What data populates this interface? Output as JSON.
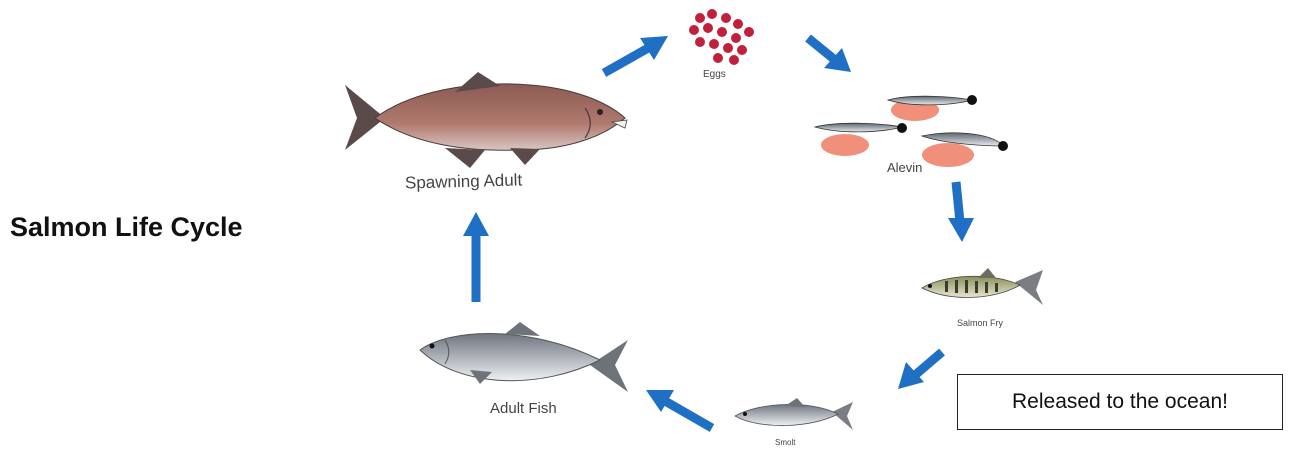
{
  "title": "Salmon Life Cycle",
  "stages": {
    "eggs": "Eggs",
    "alevin": "Alevin",
    "fry": "Salmon Fry",
    "smolt": "Smolt",
    "adult": "Adult Fish",
    "spawning": "Spawning Adult"
  },
  "note": "Released to the ocean!",
  "colors": {
    "arrow": "#1f6fc4",
    "egg": "#c0203c",
    "yolk": "#f0907a",
    "spawn_body": "#a0675c",
    "adult_body": "#9a9ea6"
  }
}
